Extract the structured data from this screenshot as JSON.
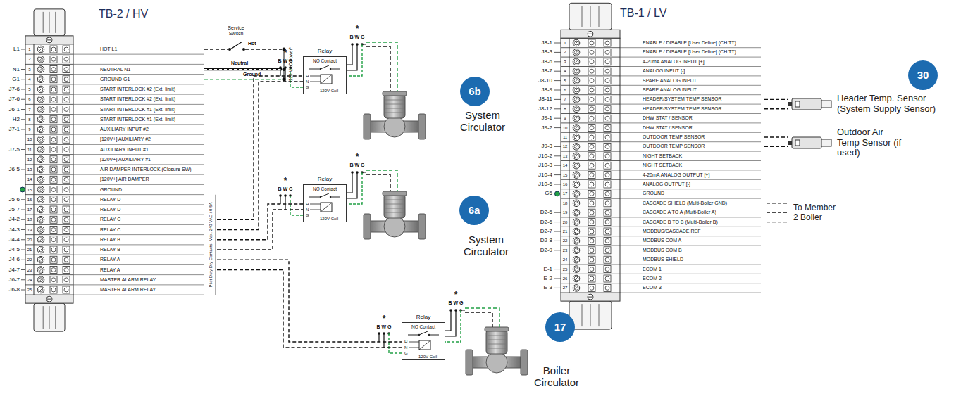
{
  "diagram": {
    "nodes": [
      {
        "text": [
          "TB-2 / HV"
        ]
      },
      {
        "text": [
          "TB-1 / LV"
        ]
      },
      {
        "text": [
          "Relay",
          "NO Contact",
          "H",
          "N",
          "G",
          "120V Coil"
        ]
      },
      {
        "text": [
          "Relay",
          "NO Contact",
          "H",
          "N",
          "G",
          "120V Coil"
        ]
      },
      {
        "text": [
          "Relay",
          "NO Contact",
          "H",
          "N",
          "G",
          "120V Coil"
        ]
      },
      {
        "text": [
          "6b"
        ]
      },
      {
        "text": [
          "6a"
        ]
      },
      {
        "text": [
          "17"
        ]
      },
      {
        "text": [
          "30"
        ]
      },
      {
        "text": [
          "Header Temp. Sensor (System Supply Sensor)"
        ]
      },
      {
        "text": [
          "Outdoor Air Temp Sensor (if used)"
        ]
      }
    ],
    "edges": [
      {
        "from": 0,
        "to": 2,
        "arrow": "none"
      },
      {
        "from": 0,
        "to": 3,
        "arrow": "none"
      },
      {
        "from": 0,
        "to": 4,
        "arrow": "none"
      },
      {
        "from": 1,
        "to": 9,
        "arrow": "none"
      },
      {
        "from": 1,
        "to": 10,
        "arrow": "none"
      }
    ],
    "labels": [
      "L1",
      "N1",
      "G1",
      "J7-6",
      "J7-6",
      "J6-1",
      "H2",
      "J7-1",
      "J7-5",
      "J6-5",
      "J5-6",
      "J5-7",
      "J4-2",
      "J4-3",
      "J4-4",
      "J4-5",
      "J4-6",
      "J4-7",
      "J6-7",
      "J6-8",
      "1",
      "2",
      "3",
      "4",
      "5",
      "6",
      "7",
      "8",
      "9",
      "10",
      "11",
      "12",
      "13",
      "14",
      "15",
      "16",
      "17",
      "18",
      "19",
      "20",
      "21",
      "22",
      "23",
      "24",
      "25",
      "HOT L1",
      "NEUTRAL N1",
      "GROUND G1",
      "START INTERLOCK #2 (Ext. limit)",
      "START INTERLOCK #2 (Ext. limit)",
      "START INTERLOCK #1 (Ext. limit)",
      "START INTERLOCK #1 (Ext. limit)",
      "AUXILIARY INPUT #2",
      "[120V+] AUXILIARY #2",
      "AUXILIARY INPUT #1",
      "[120V+] AUXILIARY #1",
      "AIR DAMPER INTERLOCK (Closure SW)",
      "[120V+] AIR DAMPER",
      "GROUND",
      "RELAY D",
      "RELAY D",
      "RELAY C",
      "RELAY C",
      "RELAY B",
      "RELAY B",
      "RELAY A",
      "RELAY A",
      "MASTER ALARM RELAY",
      "MASTER ALARM RELAY",
      "Service Switch",
      "Hot",
      "Neutral",
      "Ground",
      "120 VAC Power*",
      "Pilot Duty Dry Contacts, Max. 240 VAC / 0.5A",
      "*",
      "B W G",
      "*",
      "B W G",
      "*",
      "B W G",
      "*",
      "B W G",
      "*",
      "B W G",
      "*",
      "B W G",
      "System Circulator",
      "System Circulator",
      "Boiler Circulator",
      "J8-1",
      "J8-3",
      "J8-6",
      "J8-7",
      "J8-10",
      "J8-9",
      "J8-11",
      "J8-12",
      "J9-1",
      "J9-2",
      "J9-3",
      "J10-2",
      "J10-3",
      "J10-4",
      "J10-6",
      "G5",
      "D2-5",
      "D2-6",
      "D2-7",
      "D2-8",
      "D2-9",
      "E-1",
      "E-2",
      "E-3",
      "1",
      "2",
      "3",
      "4",
      "5",
      "6",
      "7",
      "8",
      "9",
      "10",
      "11",
      "12",
      "13",
      "14",
      "15",
      "16",
      "17",
      "18",
      "19",
      "20",
      "21",
      "22",
      "23",
      "24",
      "25",
      "26",
      "27",
      "ENABLE / DISABLE [User Define] (CH TT)",
      "ENABLE / DISABLE [User Define] (CH TT)",
      "4-20mA ANALOG INPUT [+]",
      "ANALOG INPUT [-]",
      "SPARE ANALOG INPUT",
      "SPARE ANALOG INPUT",
      "HEADER/SYSTEM TEMP SENSOR",
      "HEADER/SYSTEM TEMP SENSOR",
      "DHW STAT / SENSOR",
      "DHW STAT / SENSOR",
      "OUTDOOR TEMP SENSOR",
      "OUTDOOR TEMP SENSOR",
      "NIGHT SETBACK",
      "NIGHT SETBACK",
      "4-20mA ANALOG OUTPUT [+]",
      "ANALOG OUTPUT [-]",
      "GROUND",
      "CASCADE SHIELD (Multi-Boiler GND)",
      "CASCADE A TO A (Multi-Boiler A)",
      "CASCADE B TO B (Multi-Boiler B)",
      "MODBUS/CASCADE REF",
      "MODBUS COM A",
      "MODBUS COM B",
      "MODBUS SHIELD",
      "ECOM 1",
      "ECOM 2",
      "ECOM 3",
      "To Member 2 Boiler"
    ]
  }
}
